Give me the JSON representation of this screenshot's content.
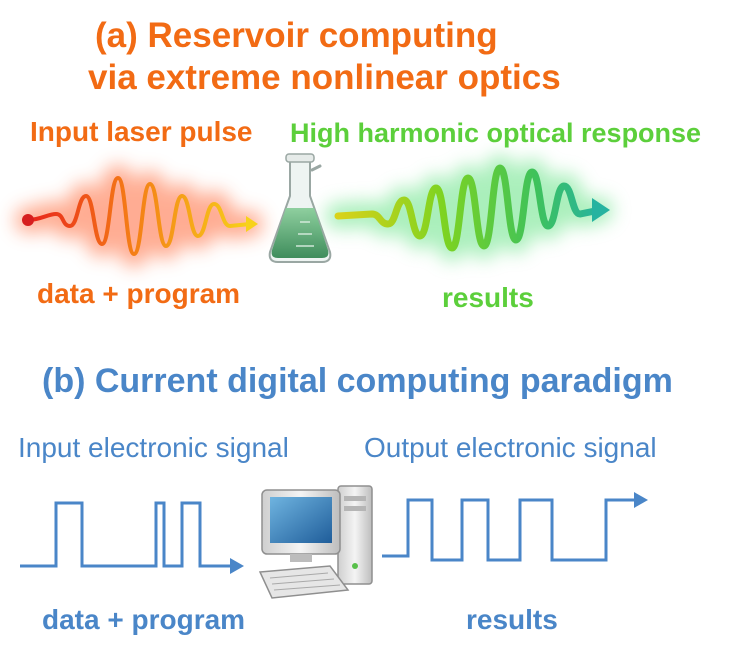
{
  "panel_a": {
    "label": "(a)",
    "title_line1": "Reservoir computing",
    "title_line2": "via extreme nonlinear optics",
    "input_label": "Input laser pulse",
    "output_label": "High harmonic optical response",
    "input_caption": "data + program",
    "output_caption": "results",
    "colors": {
      "orange": "#f26b14",
      "green": "#5ccf3b"
    }
  },
  "panel_b": {
    "title": "(b) Current digital computing paradigm",
    "input_label": "Input electronic signal",
    "output_label": "Output electronic signal",
    "input_caption": "data + program",
    "output_caption": "results",
    "colors": {
      "blue": "#4a86c8"
    }
  },
  "icons": [
    "erlenmeyer-flask-icon",
    "desktop-computer-icon"
  ]
}
